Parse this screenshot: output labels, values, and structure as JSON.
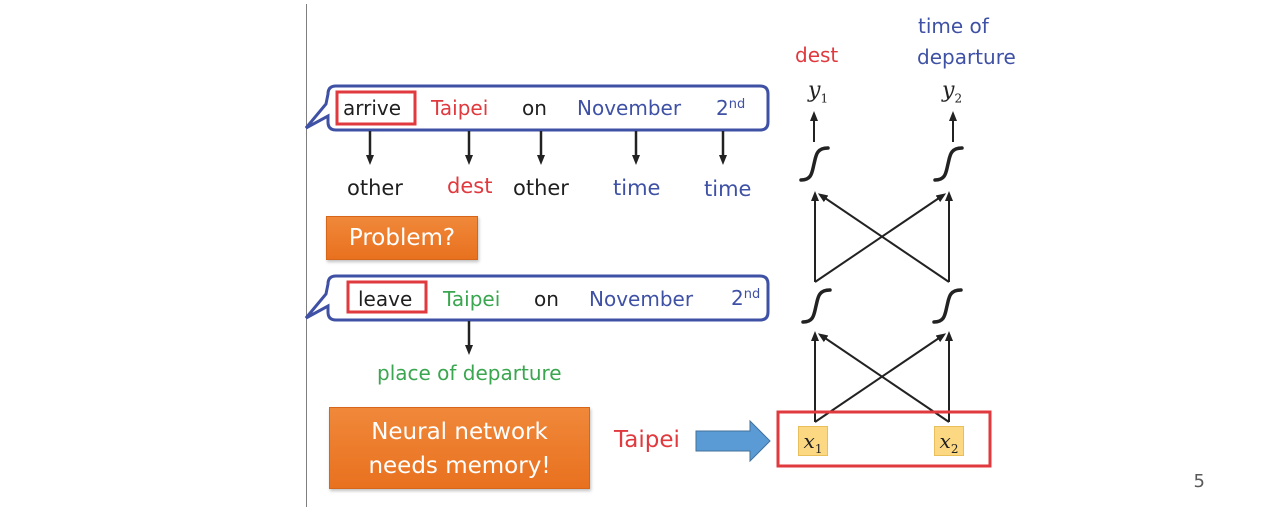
{
  "slide": {
    "page_number": "5"
  },
  "sentence1": {
    "words": [
      "arrive",
      "Taipei",
      "on",
      "November",
      "2",
      "nd"
    ],
    "labels": [
      "other",
      "dest",
      "other",
      "time",
      "time"
    ]
  },
  "sentence2": {
    "words": [
      "leave",
      "Taipei",
      "on",
      "November",
      "2",
      "nd"
    ],
    "label": "place of departure"
  },
  "callouts": {
    "problem": "Problem?",
    "memory_line1": "Neural network",
    "memory_line2": "needs memory!"
  },
  "network": {
    "input_word": "Taipei",
    "inputs": [
      {
        "var": "x",
        "sub": "1"
      },
      {
        "var": "x",
        "sub": "2"
      }
    ],
    "outputs": [
      {
        "var": "y",
        "sub": "1"
      },
      {
        "var": "y",
        "sub": "2"
      }
    ],
    "output_labels": {
      "dest": "dest",
      "tod_line1": "time of",
      "tod_line2": "departure"
    }
  },
  "colors": {
    "red": "#e0393e",
    "blue": "#3f51a5",
    "green": "#3aa64f",
    "orange": "#ed7d31",
    "arrow_fill": "#5b9bd5"
  }
}
